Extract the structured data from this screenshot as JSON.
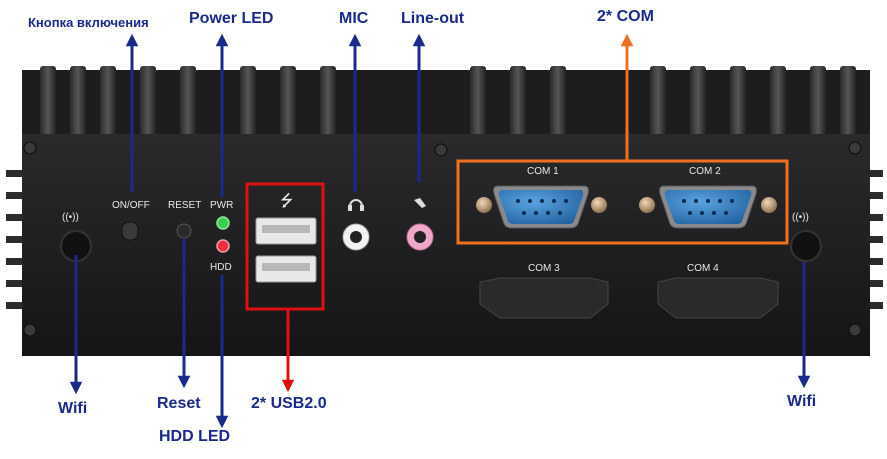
{
  "callouts": {
    "power_button": "Кнопка включения",
    "power_led": "Power LED",
    "mic": "MIC",
    "line_out": "Line-out",
    "com_pair": "2* COM",
    "wifi_left": "Wifi",
    "reset": "Reset",
    "hdd_led": "HDD LED",
    "usb_pair": "2* USB2.0",
    "wifi_right": "Wifi"
  },
  "panel": {
    "on_off": "ON/OFF",
    "reset": "RESET",
    "pwr": "PWR",
    "hdd": "HDD",
    "usb_symbol": "⭍",
    "wifi_symbol": "((•))",
    "com1": "COM 1",
    "com2": "COM 2",
    "com3": "COM 3",
    "com4": "COM 4"
  },
  "colors": {
    "arrow_blue": "#1a2a8c",
    "usb_highlight": "#e01010",
    "com_highlight": "#f07020",
    "chassis": "#1c1c1e",
    "db9_blue": "#2f7fc4",
    "led_green": "#3ccf4e",
    "led_red": "#e83040",
    "mic_jack": "#f2f2f2",
    "lineout_jack": "#f0a8c8"
  }
}
